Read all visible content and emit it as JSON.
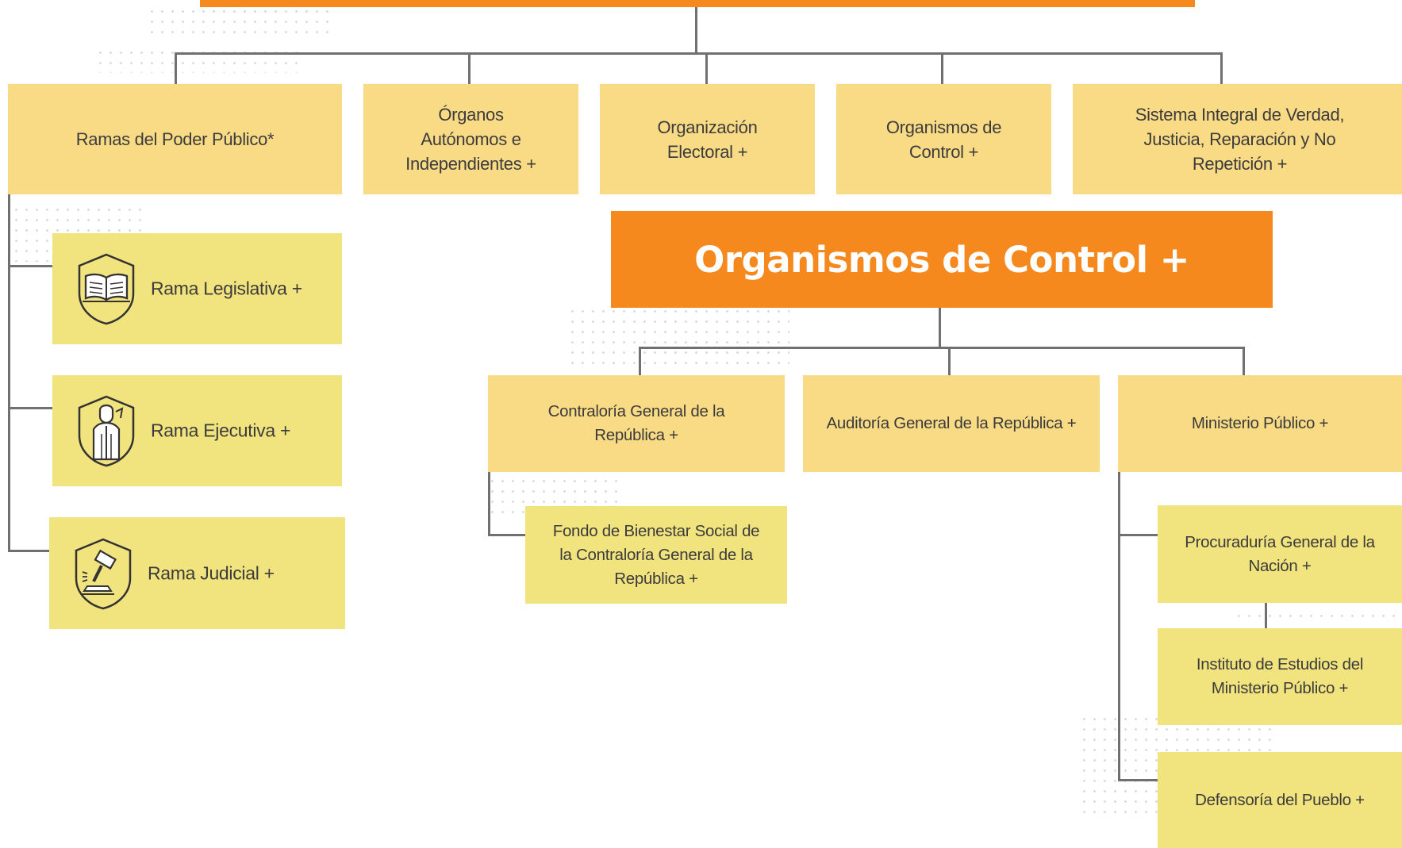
{
  "top_level": {
    "ramas": "Ramas del Poder Público*",
    "organos": "Órganos Autónomos e Independientes +",
    "electoral": "Organización Electoral +",
    "control": "Organismos de Control +",
    "sivjrnr": "Sistema Integral de Verdad, Justicia, Reparación y No Repetición +"
  },
  "ramas": {
    "legislativa": {
      "label": "Rama Legislativa +",
      "icon": "open-book-shield-icon"
    },
    "ejecutiva": {
      "label": "Rama Ejecutiva +",
      "icon": "statue-shield-icon"
    },
    "judicial": {
      "label": "Rama Judicial +",
      "icon": "gavel-shield-icon"
    }
  },
  "control": {
    "banner": "Organismos de Control +",
    "contraloria": "Contraloría General de la República +",
    "auditoria": "Auditoría General de la República +",
    "ministerio": "Ministerio Público +",
    "fondo": "Fondo de Bienestar Social de la Contraloría General de la República +",
    "procuraduria": "Procuraduría General de la Nación +",
    "instituto": "Instituto de Estudios del Ministerio Público +",
    "defensoria": "Defensoría del Pueblo +"
  },
  "colors": {
    "banner": "#f5891d",
    "box_peach": "#f9da85",
    "box_yellow": "#f1e37e",
    "connector": "#707070"
  }
}
